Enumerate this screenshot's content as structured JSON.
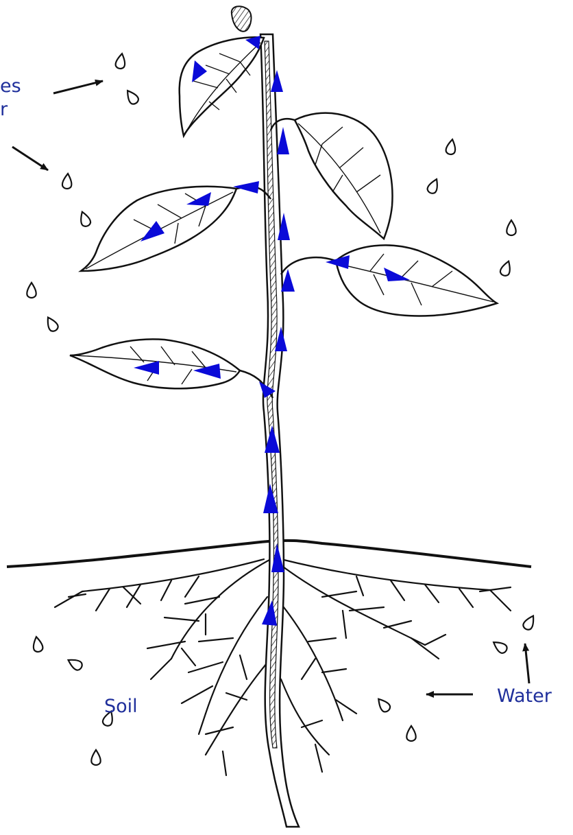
{
  "labels": {
    "top_partial_line1": "es",
    "top_partial_line2": "r",
    "soil": "Soil",
    "water": "Water"
  },
  "colors": {
    "label_text": "#1f2f9b",
    "flow_arrow": "#0a0ad8",
    "line_art": "#111111",
    "background": "#ffffff"
  },
  "icons": [
    "water-droplet-icon",
    "pointer-arrow-icon",
    "flow-arrow-icon"
  ]
}
